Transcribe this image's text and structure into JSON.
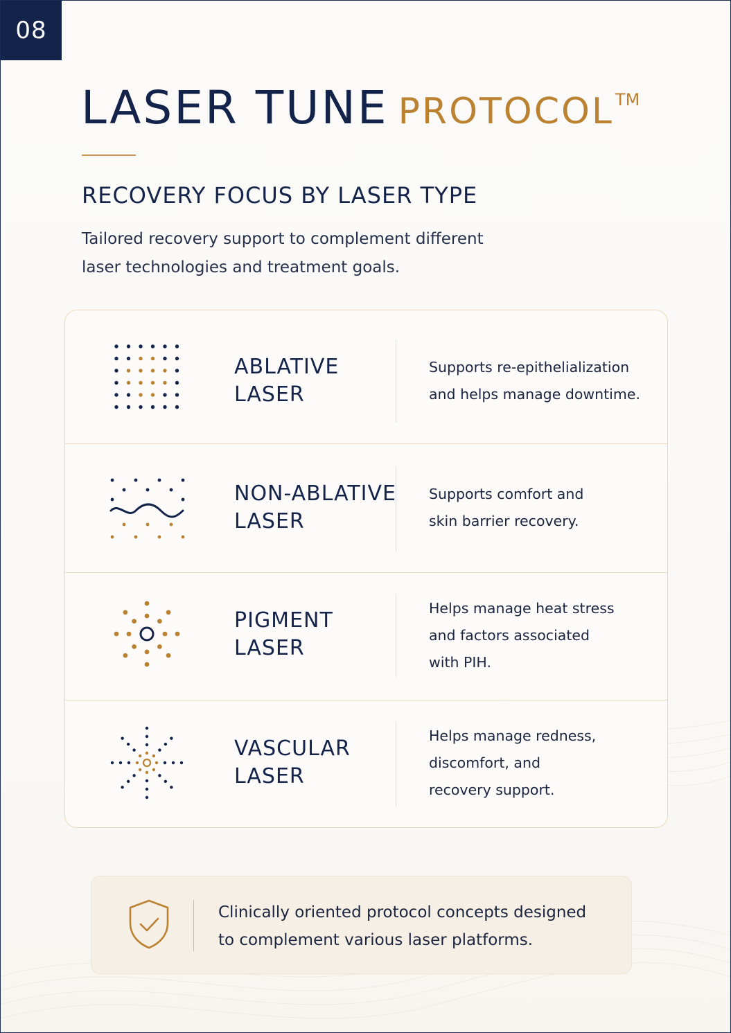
{
  "page_number": "08",
  "title": {
    "main": "LASER TUNE",
    "accent": "PROTOCOL",
    "trademark": "TM"
  },
  "subtitle": "RECOVERY FOCUS BY LASER TYPE",
  "intro": {
    "line1": "Tailored recovery support to complement different",
    "line2": "laser technologies and treatment goals."
  },
  "lasers": [
    {
      "icon": "dot-grid-icon",
      "name": [
        "ABLATIVE",
        "LASER"
      ],
      "description": [
        "Supports re-epithelialization",
        "and helps manage downtime."
      ]
    },
    {
      "icon": "wave-dots-icon",
      "name": [
        "NON-ABLATIVE",
        "LASER"
      ],
      "description": [
        "Supports comfort and",
        "skin barrier recovery."
      ]
    },
    {
      "icon": "radial-dots-icon",
      "name": [
        "PIGMENT",
        "LASER"
      ],
      "description": [
        "Helps manage heat stress",
        "and factors associated",
        "with PIH."
      ]
    },
    {
      "icon": "starburst-dots-icon",
      "name": [
        "VASCULAR",
        "LASER"
      ],
      "description": [
        "Helps manage redness,",
        "discomfort, and",
        "recovery support."
      ]
    }
  ],
  "note": {
    "icon": "shield-check-icon",
    "line1": "Clinically oriented protocol concepts designed",
    "line2": "to complement various laser platforms."
  },
  "colors": {
    "navy": "#13234a",
    "gold": "#bb8232",
    "border": "#ecd8bd",
    "note_bg": "#f6efe5"
  }
}
